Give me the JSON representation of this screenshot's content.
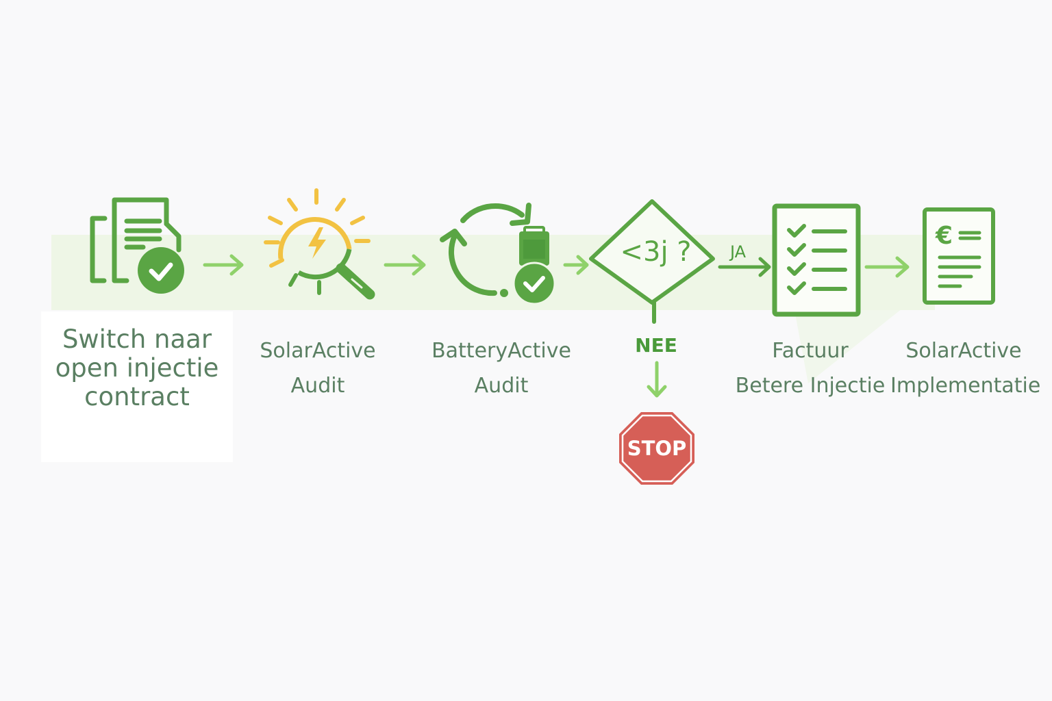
{
  "diagram": {
    "type": "flowchart",
    "colors": {
      "primary_green": "#5aa544",
      "arrow_green": "#8fd16a",
      "sun_yellow": "#f2c242",
      "stop_red": "#d65f57",
      "label_text": "#5a7f62",
      "band": "#eef6e6"
    },
    "steps": [
      {
        "id": "step1",
        "icon": "contract-check-icon",
        "label_lines": [
          "Switch naar",
          "open injectie",
          "contract"
        ]
      },
      {
        "id": "step2",
        "icon": "sun-magnifier-icon",
        "label_lines": [
          "SolarActive",
          "Audit"
        ]
      },
      {
        "id": "step3",
        "icon": "battery-cycle-check-icon",
        "label_lines": [
          "BatteryActive",
          "Audit"
        ]
      },
      {
        "id": "decision",
        "icon": "decision-diamond-icon",
        "text": "<3j ?"
      },
      {
        "id": "step5",
        "icon": "checklist-document-icon",
        "label_lines": [
          "Factuur",
          "Betere Injectie"
        ]
      },
      {
        "id": "step6",
        "icon": "euro-invoice-icon",
        "label_lines": [
          "SolarActive",
          "Implementatie"
        ]
      }
    ],
    "branches": {
      "yes_label": "JA",
      "no_label": "NEE",
      "stop_text": "STOP"
    }
  }
}
